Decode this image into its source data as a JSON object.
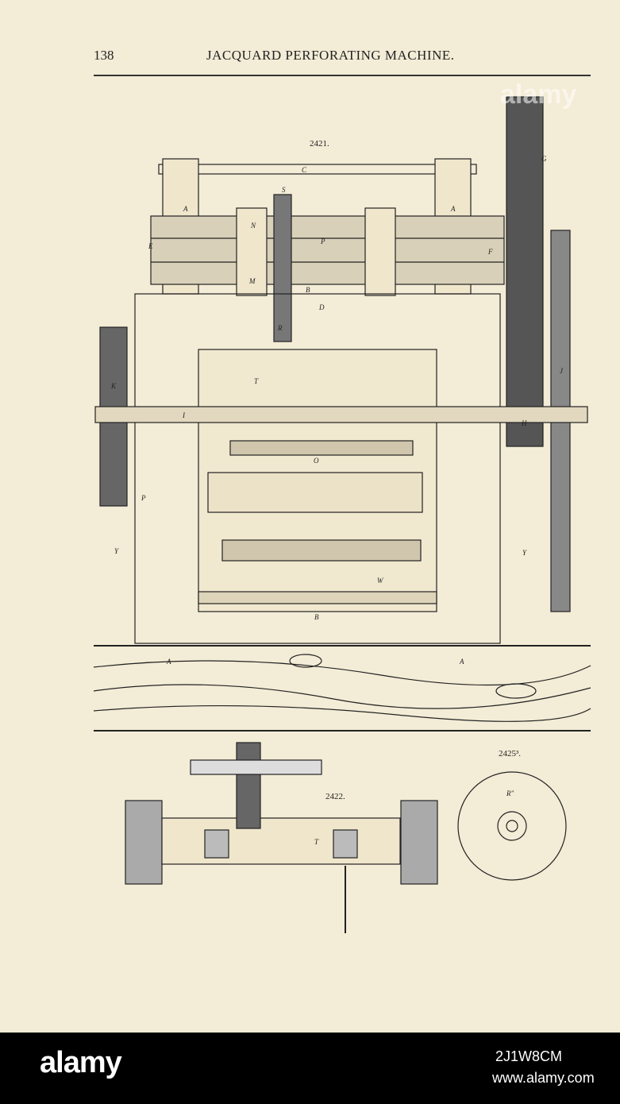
{
  "header": {
    "page_number": "138",
    "title": "JACQUARD PERFORATING MACHINE."
  },
  "figures": {
    "fig1": "2421.",
    "fig2": "2422.",
    "fig3": "2425³."
  },
  "labels": {
    "A": "A",
    "C": "C",
    "S": "S",
    "N": "N",
    "P_upper": "P",
    "M": "M",
    "E": "E",
    "F": "F",
    "D": "D",
    "G": "G",
    "B": "B",
    "R": "R",
    "T": "T",
    "K": "K",
    "I": "I",
    "H": "H",
    "J": "J",
    "O": "O",
    "W": "W",
    "Y": "Y",
    "p": "P",
    "R3": "R\""
  },
  "watermark": "alamy",
  "footer": {
    "brand": "alamy",
    "image_id": "2J1W8CM",
    "site": "www.alamy.com"
  }
}
